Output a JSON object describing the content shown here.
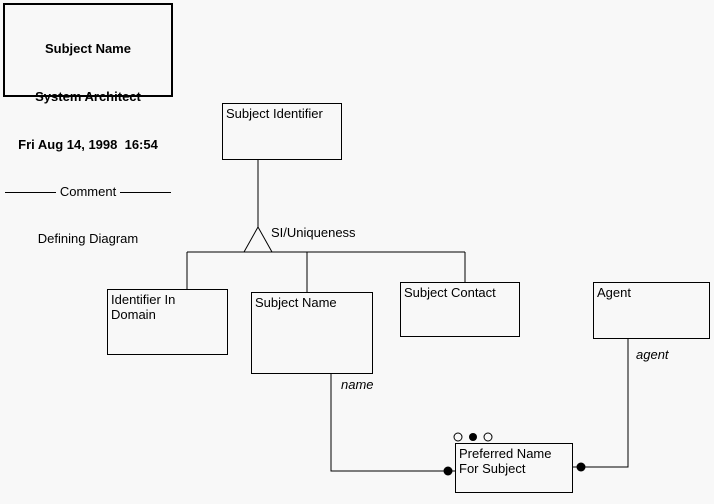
{
  "title_block": {
    "subject": "Subject Name",
    "product": "System Architect",
    "datetime": "Fri Aug 14, 1998  16:54",
    "divider_label": "Comment",
    "comment": "Defining Diagram"
  },
  "entities": [
    {
      "id": "subject-identifier",
      "label": "Subject Identifier"
    },
    {
      "id": "identifier-in-domain",
      "label": "Identifier In\nDomain"
    },
    {
      "id": "subject-name",
      "label": "Subject Name"
    },
    {
      "id": "subject-contact",
      "label": "Subject Contact"
    },
    {
      "id": "agent",
      "label": "Agent"
    },
    {
      "id": "preferred-name-for-subject",
      "label": "Preferred Name\nFor Subject"
    }
  ],
  "connector_labels": {
    "si_uniqueness": "SI/Uniqueness",
    "name": "name",
    "agent": "agent"
  },
  "markers": {
    "preferred_name_top": [
      "open-circle",
      "filled-circle",
      "open-circle"
    ],
    "anchor_dots_count": 2
  },
  "colors": {
    "line": "#000000",
    "background": "#f8f8f8",
    "text": "#000000"
  }
}
